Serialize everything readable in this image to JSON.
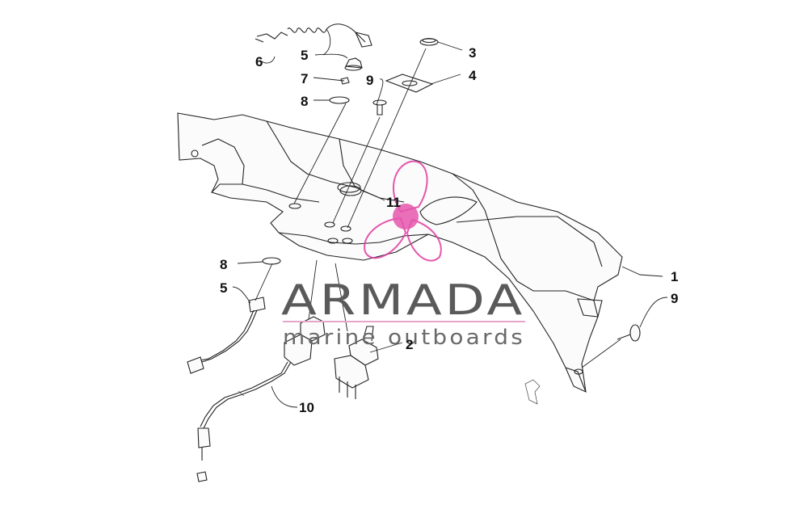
{
  "callouts": {
    "c1": "1",
    "c2": "2",
    "c3": "3",
    "c4": "4",
    "c5a": "5",
    "c5b": "5",
    "c6": "6",
    "c7": "7",
    "c8a": "8",
    "c8b": "8",
    "c9a": "9",
    "c9b": "9",
    "c10": "10",
    "c11": "11"
  },
  "watermark": {
    "brand": "ARMADA",
    "tagline": "marine outboards",
    "logo_color": "#e23aa0",
    "line_color": "#e8a5cc"
  }
}
